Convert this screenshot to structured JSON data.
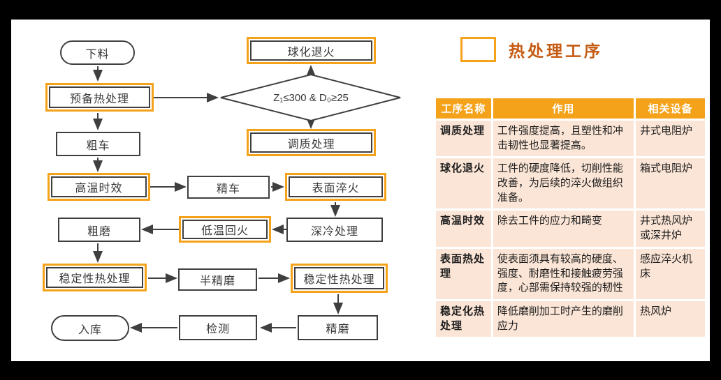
{
  "legend": {
    "label": "热处理工序",
    "swatch_color": "#F5A21B",
    "label_color": "#C55A11"
  },
  "flowchart": {
    "nodes": [
      {
        "label": "下料",
        "type": "terminator"
      },
      {
        "label": "预备热处理",
        "type": "highlight"
      },
      {
        "label": "粗车",
        "type": "process"
      },
      {
        "label": "高温时效",
        "type": "highlight"
      },
      {
        "label": "精车",
        "type": "process"
      },
      {
        "label": "表面淬火",
        "type": "highlight"
      },
      {
        "label": "粗磨",
        "type": "process"
      },
      {
        "label": "低温回火",
        "type": "highlight"
      },
      {
        "label": "深冷处理",
        "type": "process"
      },
      {
        "label": "稳定性热处理",
        "type": "highlight"
      },
      {
        "label": "半精磨",
        "type": "process"
      },
      {
        "label": "稳定性热处理",
        "type": "highlight"
      },
      {
        "label": "精磨",
        "type": "process"
      },
      {
        "label": "检测",
        "type": "process"
      },
      {
        "label": "入库",
        "type": "terminator"
      },
      {
        "label": "球化退火",
        "type": "highlight"
      },
      {
        "label": "调质处理",
        "type": "highlight"
      }
    ],
    "decision": {
      "label": "Z₁≤300 & D₀≥25"
    }
  },
  "table": {
    "headers": [
      "工序名称",
      "作用",
      "相关设备"
    ],
    "rows": [
      {
        "name": "调质处理",
        "effect": "工件强度提高，且塑性和冲击韧性也显著提高。",
        "equipment": "井式电阻炉"
      },
      {
        "name": "球化退火",
        "effect": "工件的硬度降低，切削性能改善，为后续的淬火做组织准备。",
        "equipment": "箱式电阻炉"
      },
      {
        "name": "高温时效",
        "effect": "除去工件的应力和畸变",
        "equipment": "井式热风炉或深井炉"
      },
      {
        "name": "表面热处理",
        "effect": "使表面须具有较高的硬度、强度、耐磨性和接触疲劳强度，心部需保持较强的韧性",
        "equipment": "感应淬火机床"
      },
      {
        "name": "稳定化热处理",
        "effect": "降低磨削加工时产生的磨削应力",
        "equipment": "热风炉"
      }
    ]
  },
  "colors": {
    "highlight_orange": "#F5A21B",
    "header_bg": "#F5A21B",
    "row_bg": "#FBE5D6",
    "legend_text": "#C55A11",
    "box_border": "#3F3F3F"
  }
}
